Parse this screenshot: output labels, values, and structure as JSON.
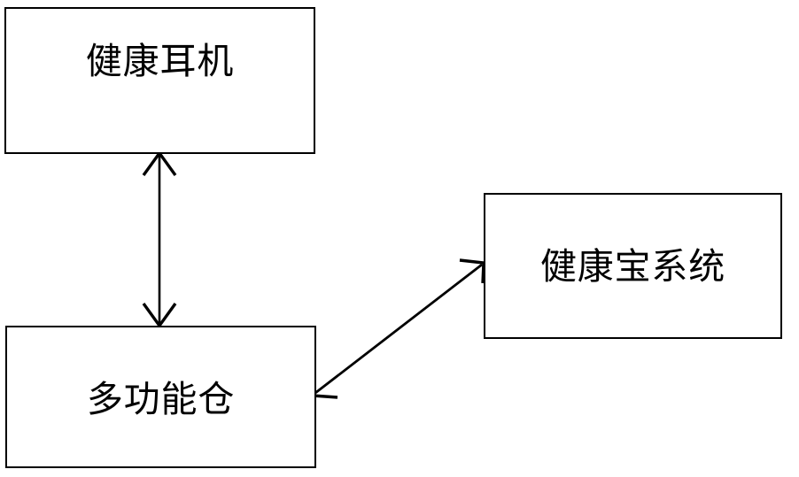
{
  "diagram": {
    "title": "",
    "background_color": "#ffffff",
    "stroke_color": "#000000",
    "nodes": [
      {
        "id": "headphone",
        "label": "健康耳机",
        "shape": "rectangle",
        "position": "top-left"
      },
      {
        "id": "compartment",
        "label": "多功能仓",
        "shape": "rectangle",
        "position": "bottom-left"
      },
      {
        "id": "system",
        "label": "健康宝系统",
        "shape": "rectangle",
        "position": "right"
      }
    ],
    "connectors": [
      {
        "id": "headphone-compartment",
        "from": "headphone",
        "to": "compartment",
        "style": "double-headed-arrow",
        "orientation": "vertical"
      },
      {
        "id": "compartment-system",
        "from": "compartment",
        "to": "system",
        "style": "double-headed-arrow",
        "orientation": "diagonal"
      }
    ]
  }
}
